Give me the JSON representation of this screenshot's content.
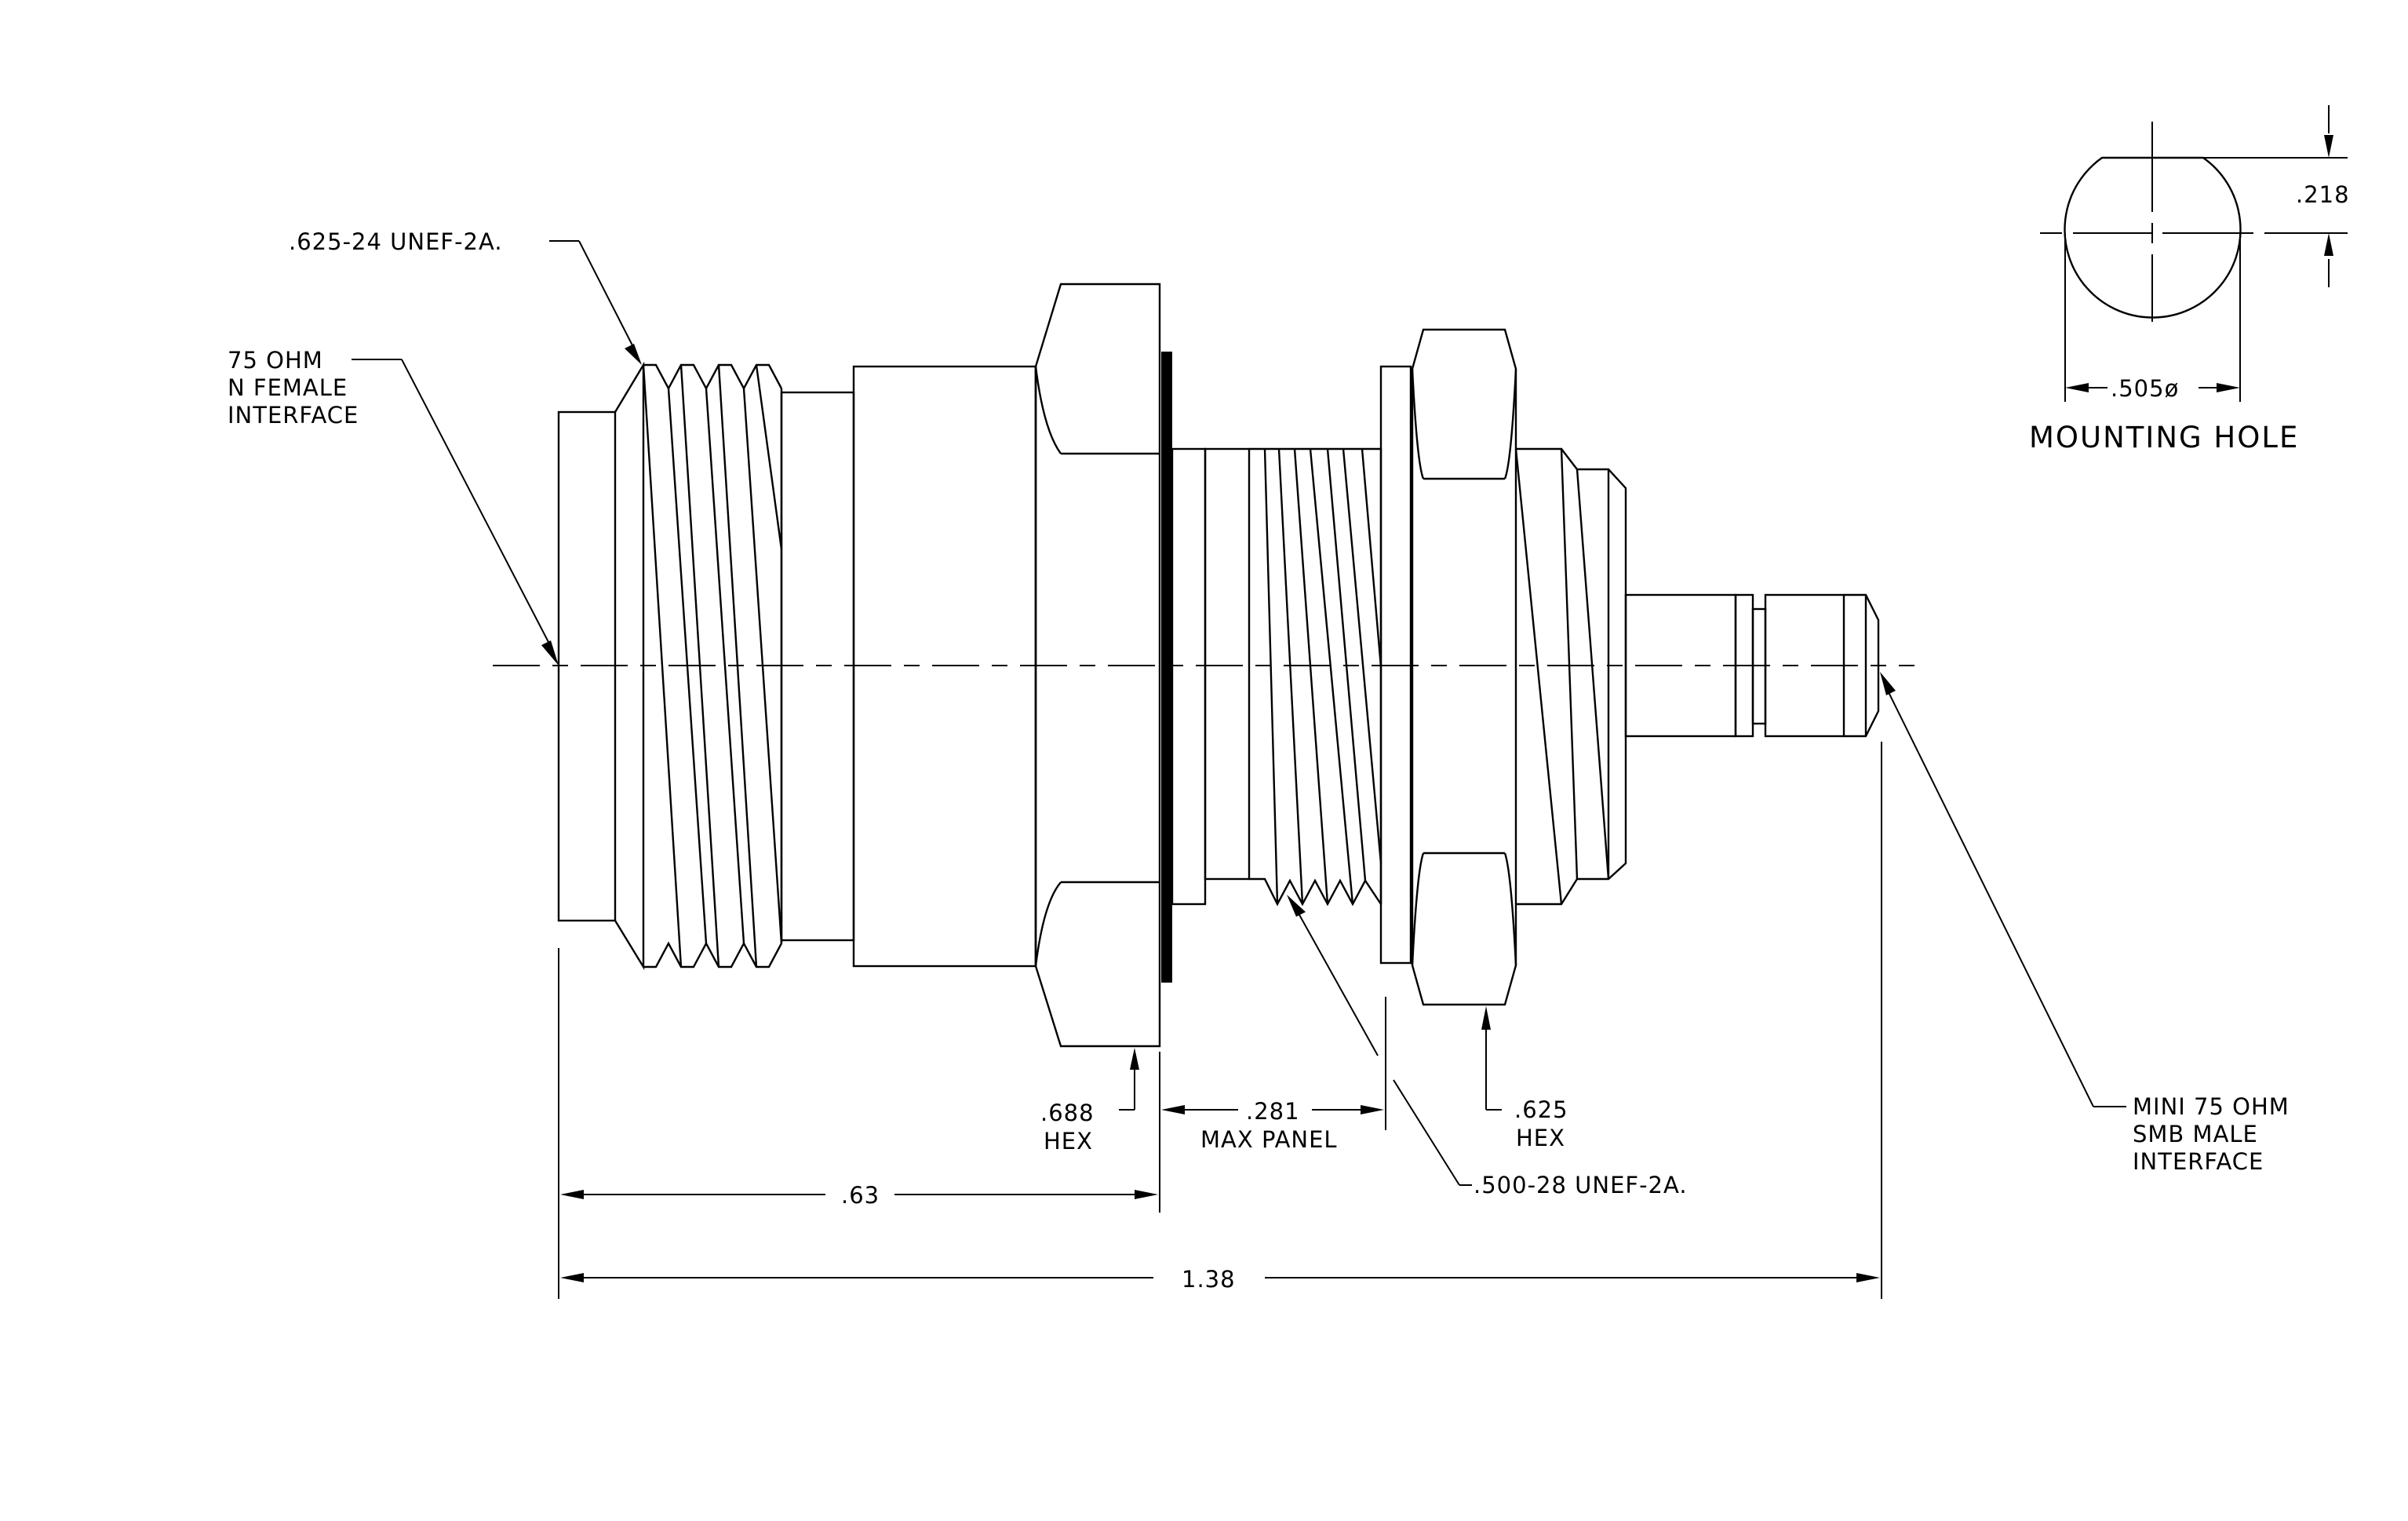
{
  "labels": {
    "thread_top": ".625-24 UNEF-2A.",
    "n_female_1": "75 OHM",
    "n_female_2": "N FEMALE",
    "n_female_3": "INTERFACE",
    "dim_218": ".218",
    "dim_505": ".505ø",
    "mounting_hole": "MOUNTING HOLE",
    "hex688_1": ".688",
    "hex688_2": "HEX",
    "panel_1": ".281",
    "panel_2": "MAX PANEL",
    "hex625_1": ".625",
    "hex625_2": "HEX",
    "thread_bottom": ".500-28 UNEF-2A.",
    "smb_1": "MINI 75 OHM",
    "smb_2": "SMB MALE",
    "smb_3": "INTERFACE",
    "dim_63": ".63",
    "dim_138": "1.38"
  }
}
